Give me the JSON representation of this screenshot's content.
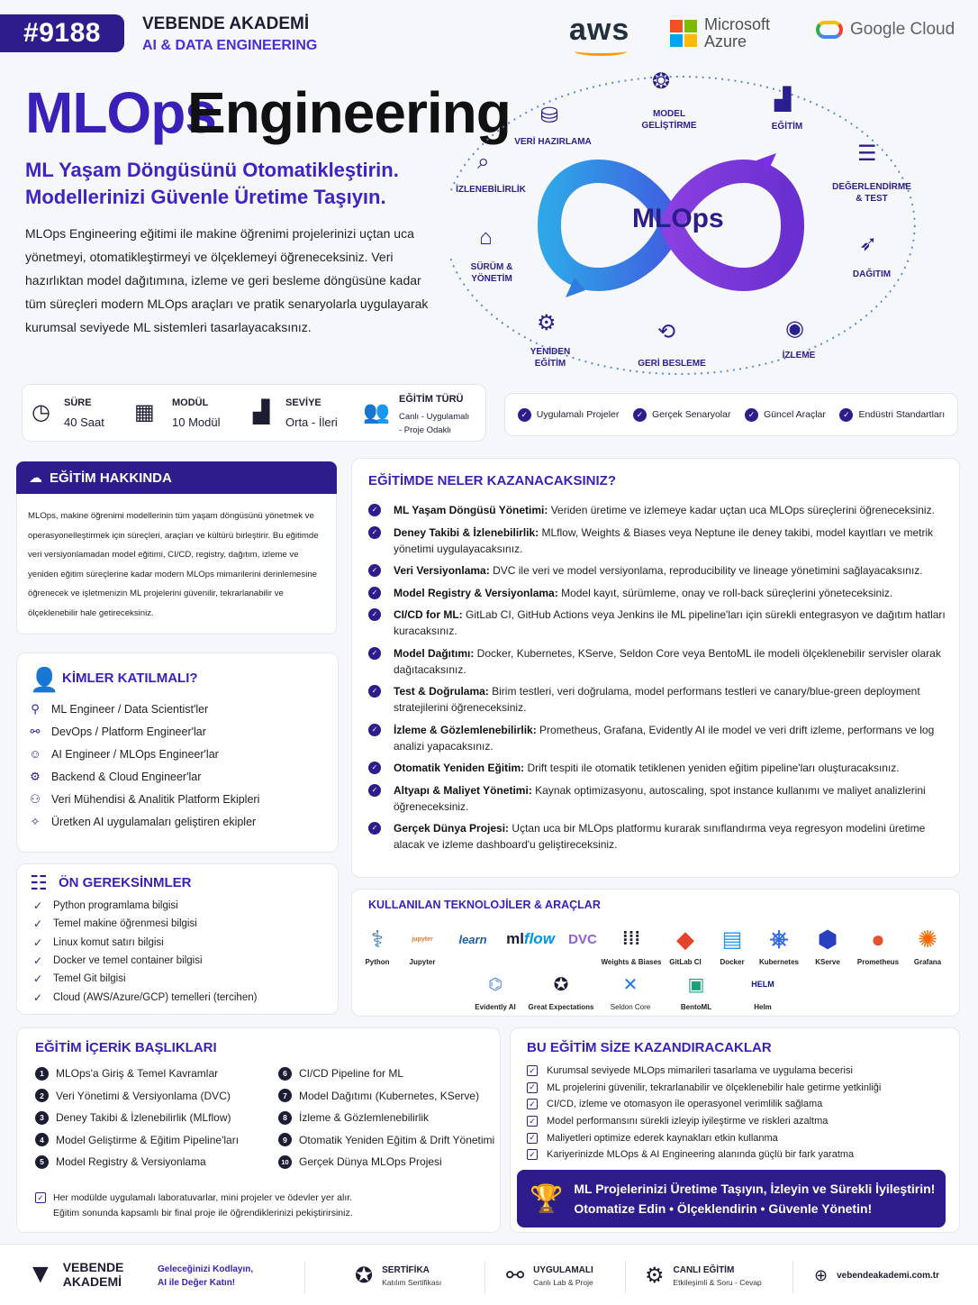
{
  "header": {
    "badge": "#9188",
    "academy": "VEBENDE AKADEMİ",
    "academy_sub": "AI & DATA ENGINEERING",
    "partners": {
      "aws": "aws",
      "ms1": "Microsoft",
      "ms2": "Azure",
      "gc": "Google Cloud"
    }
  },
  "hero": {
    "title_a": "MLOps",
    "title_b": "Engineering",
    "subtitle_1": "ML Yaşam Döngüsünü Otomatikleştirin.",
    "subtitle_2": "Modellerinizi Güvenle Üretime Taşıyın.",
    "intro": "MLOps Engineering eğitimi ile makine öğrenimi projelerinizi uçtan uca yönetmeyi, otomatikleştirmeyi ve ölçeklemeyi öğreneceksiniz. Veri hazırlıktan model dağıtımına, izleme ve geri besleme döngüsüne kadar tüm süreçleri modern MLOps araçları ve pratik senaryolarla uygulayarak kurumsal seviyede ML sistemleri tasarlayacaksınız."
  },
  "cycle": {
    "center": "MLOps",
    "stages": {
      "model": "MODEL GELİŞTİRME",
      "egitim": "EĞİTİM",
      "veri": "VERİ HAZIRLAMA",
      "izlenebilirlik": "İZLENEBİLİRLİK",
      "degerlendirme": "DEĞERLENDİRME & TEST",
      "surum": "SÜRÜM & YÖNETİM",
      "dagitim": "DAĞITIM",
      "yeniden": "YENİDEN EĞİTİM",
      "geri": "GERİ BESLEME",
      "izleme": "İZLEME"
    }
  },
  "stats": {
    "sure_label": "SÜRE",
    "sure_value": "40 Saat",
    "modul_label": "MODÜL",
    "modul_value": "10 Modül",
    "seviye_label": "SEVİYE",
    "seviye_value": "Orta - İleri",
    "tur_label": "EĞİTİM TÜRÜ",
    "tur_value_1": "Canlı - Uygulamalı",
    "tur_value_2": "- Proje Odaklı"
  },
  "chips": [
    "Uygulamalı Projeler",
    "Gerçek Senaryolar",
    "Güncel Araçlar",
    "Endüstri Standartları"
  ],
  "about": {
    "title": "EĞİTİM HAKKINDA",
    "text": "MLOps, makine öğrenimi modellerinin tüm yaşam döngüsünü yönetmek ve operasyonelleştirmek için süreçleri, araçları ve kültürü birleştirir. Bu eğitimde veri versiyonlamadan model eğitimi, CI/CD, registry, dağıtım, izleme ve yeniden eğitim süreçlerine kadar modern MLOps mimarilerini derinlemesine öğrenecek ve işletmenizin ML projelerini güvenilir, tekrarlanabilir ve ölçeklenebilir hale getireceksiniz."
  },
  "who": {
    "title": "KİMLER KATILMALI?",
    "items": [
      "ML Engineer / Data Scientist'ler",
      "DevOps / Platform Engineer'lar",
      "AI Engineer / MLOps Engineer'lar",
      "Backend & Cloud Engineer'lar",
      "Veri Mühendisi & Analitik Platform Ekipleri",
      "Üretken AI uygulamaları geliştiren ekipler"
    ]
  },
  "prereq": {
    "title": "ÖN GEREKSİNMLER",
    "items": [
      "Python programlama bilgisi",
      "Temel makine öğrenmesi bilgisi",
      "Linux komut satırı bilgisi",
      "Docker ve temel container bilgisi",
      "Temel Git bilgisi",
      "Cloud (AWS/Azure/GCP) temelleri (tercihen)"
    ]
  },
  "gains": {
    "title": "EĞİTİMDE NELER KAZANACAKSINIZ?",
    "items": [
      {
        "bold": "ML Yaşam Döngüsü Yönetimi:",
        "text": " Veriden üretime ve izlemeye kadar uçtan uca MLOps süreçlerini öğreneceksiniz."
      },
      {
        "bold": "Deney Takibi & İzlenebilirlik:",
        "text": " MLflow, Weights & Biases veya Neptune ile deney takibi, model kayıtları ve metrik yönetimi uygulayacaksınız."
      },
      {
        "bold": "Veri Versiyonlama:",
        "text": " DVC ile veri ve model versiyonlama, reproducibility ve lineage yönetimini sağlayacaksınız."
      },
      {
        "bold": "Model Registry & Versiyonlama:",
        "text": " Model kayıt, sürümleme, onay ve roll-back süreçlerini yöneteceksiniz."
      },
      {
        "bold": "CI/CD for ML:",
        "text": " GitLab CI, GitHub Actions veya Jenkins ile ML pipeline'ları için sürekli entegrasyon ve dağıtım hatları kuracaksınız."
      },
      {
        "bold": "Model Dağıtımı:",
        "text": " Docker, Kubernetes, KServe, Seldon Core veya BentoML ile modeli ölçeklenebilir servisler olarak dağıtacaksınız."
      },
      {
        "bold": "Test & Doğrulama:",
        "text": " Birim testleri, veri doğrulama, model performans testleri ve canary/blue-green deployment stratejilerini öğreneceksiniz."
      },
      {
        "bold": "İzleme & Gözlemlenebilirlik:",
        "text": " Prometheus, Grafana, Evidently AI ile model ve veri drift izleme, performans ve log analizi yapacaksınız."
      },
      {
        "bold": "Otomatik Yeniden Eğitim:",
        "text": " Drift tespiti ile otomatik tetiklenen yeniden eğitim pipeline'ları oluşturacaksınız."
      },
      {
        "bold": "Altyapı & Maliyet Yönetimi:",
        "text": " Kaynak optimizasyonu, autoscaling, spot instance kullanımı ve maliyet analizlerini öğreneceksiniz."
      },
      {
        "bold": "Gerçek Dünya Projesi:",
        "text": " Uçtan uca bir MLOps platformu kurarak sınıflandırma veya regresyon modelini üretime alacak ve izleme dashboard'u geliştireceksiniz."
      }
    ]
  },
  "tech": {
    "title": "KULLANILAN TEKNOLOJİLER & ARAÇLAR",
    "row1": [
      "Python",
      "Jupyter",
      "",
      "",
      "",
      "Weights & Biases",
      "GitLab CI",
      "Docker",
      "Kubernetes",
      "KServe",
      "Prometheus",
      "Grafana"
    ],
    "glyph": {
      "learn": "learn",
      "mlflow_a": "ml",
      "mlflow_b": "flow",
      "dvc": "DVC",
      "jupyter": "jupyter"
    },
    "row2": [
      "Evidently AI",
      "Great Expectations",
      "Seldon Core",
      "BentoML",
      "Helm"
    ],
    "helm_glyph": "HELM"
  },
  "modules": {
    "title": "EĞİTİM İÇERİK BAŞLIKLARI",
    "left": [
      "MLOps'a Giriş & Temel Kavramlar",
      "Veri Yönetimi & Versiyonlama (DVC)",
      "Deney Takibi & İzlenebilirlik (MLflow)",
      "Model Geliştirme & Eğitim Pipeline'ları",
      "Model Registry & Versiyonlama"
    ],
    "right": [
      "CI/CD Pipeline for ML",
      "Model Dağıtımı (Kubernetes, KServe)",
      "İzleme & Gözlemlenebilirlik",
      "Otomatik Yeniden Eğitim & Drift Yönetimi",
      "Gerçek Dünya MLOps Projesi"
    ],
    "nums_left": [
      "1",
      "2",
      "3",
      "4",
      "5"
    ],
    "nums_right": [
      "6",
      "7",
      "8",
      "9",
      "10"
    ],
    "note_1": "Her modülde uygulamalı laboratuvarlar, mini projeler ve ödevler yer alır.",
    "note_2": "Eğitim sonunda kapsamlı bir final proje ile öğrendiklerinizi pekiştirirsiniz."
  },
  "benefits": {
    "title": "BU EĞİTİM SİZE KAZANDIRACAKLAR",
    "items": [
      "Kurumsal seviyede MLOps mimarileri tasarlama ve uygulama becerisi",
      "ML projelerini güvenilir, tekrarlanabilir ve ölçeklenebilir hale getirme yetkinliği",
      "CI/CD, izleme ve otomasyon ile operasyonel verimlilik sağlama",
      "Model performansını sürekli izleyip iyileştirme ve riskleri azaltma",
      "Maliyetleri optimize ederek kaynakları etkin kullanma",
      "Kariyerinizde MLOps & AI Engineering alanında güçlü bir fark yaratma"
    ],
    "banner_1": "ML Projelerinizi Üretime Taşıyın, İzleyin ve Sürekli İyileştirin!",
    "banner_2": "Otomatize Edin • Ölçeklendirin • Güvenle Yönetin!"
  },
  "footer": {
    "brand_1": "VEBENDE",
    "brand_2": "AKADEMİ",
    "slogan_1": "Geleceğinizi Kodlayın,",
    "slogan_2": "AI ile Değer Katın!",
    "cert_title": "SERTİFİKA",
    "cert_sub": "Katılım Sertifikası",
    "lab_title": "UYGULAMALI",
    "lab_sub": "Canlı Lab & Proje",
    "live_title": "CANLI EĞİTİM",
    "live_sub": "Etkileşimli & Soru - Cevap",
    "website": "vebendeakademi.com.tr"
  },
  "colors": {
    "primary": "#2e1c8c",
    "accent": "#3a1fb8",
    "ring_left": "#2f7de0",
    "ring_right": "#7a2fe0"
  }
}
